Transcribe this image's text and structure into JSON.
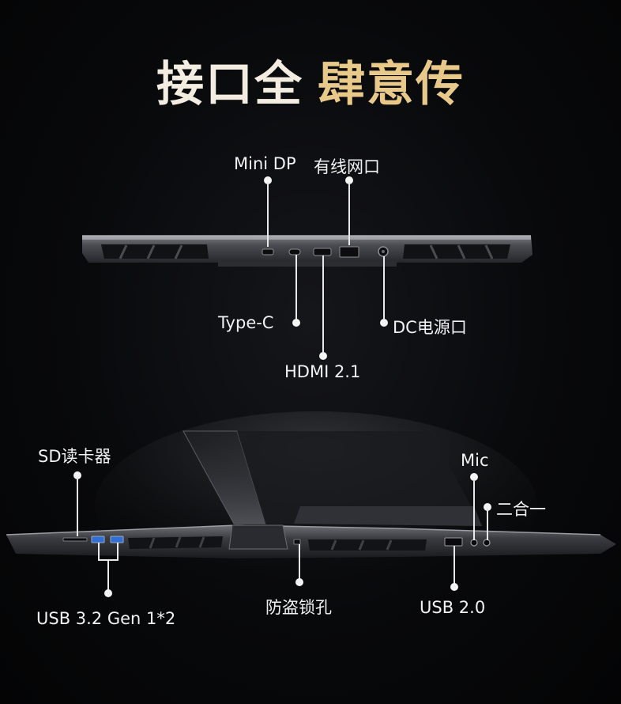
{
  "headline": {
    "part1": "接口全",
    "part2": "肆意传"
  },
  "colors": {
    "background": "#08090b",
    "headline_white": "#f3ece0",
    "headline_gold": "#e8c98a",
    "leader_line": "#e8e8e8",
    "usb3_port": "#2f6fd6"
  },
  "rear_ports": {
    "mini_dp": "Mini DP",
    "lan": "有线网口",
    "type_c": "Type-C",
    "dc": "DC电源口",
    "hdmi": "HDMI 2.1"
  },
  "side_ports": {
    "sd": "SD读卡器",
    "usb32": "USB 3.2 Gen 1*2",
    "lock": "防盗锁孔",
    "usb20": "USB 2.0",
    "mic": "Mic",
    "combo": "二合一"
  }
}
